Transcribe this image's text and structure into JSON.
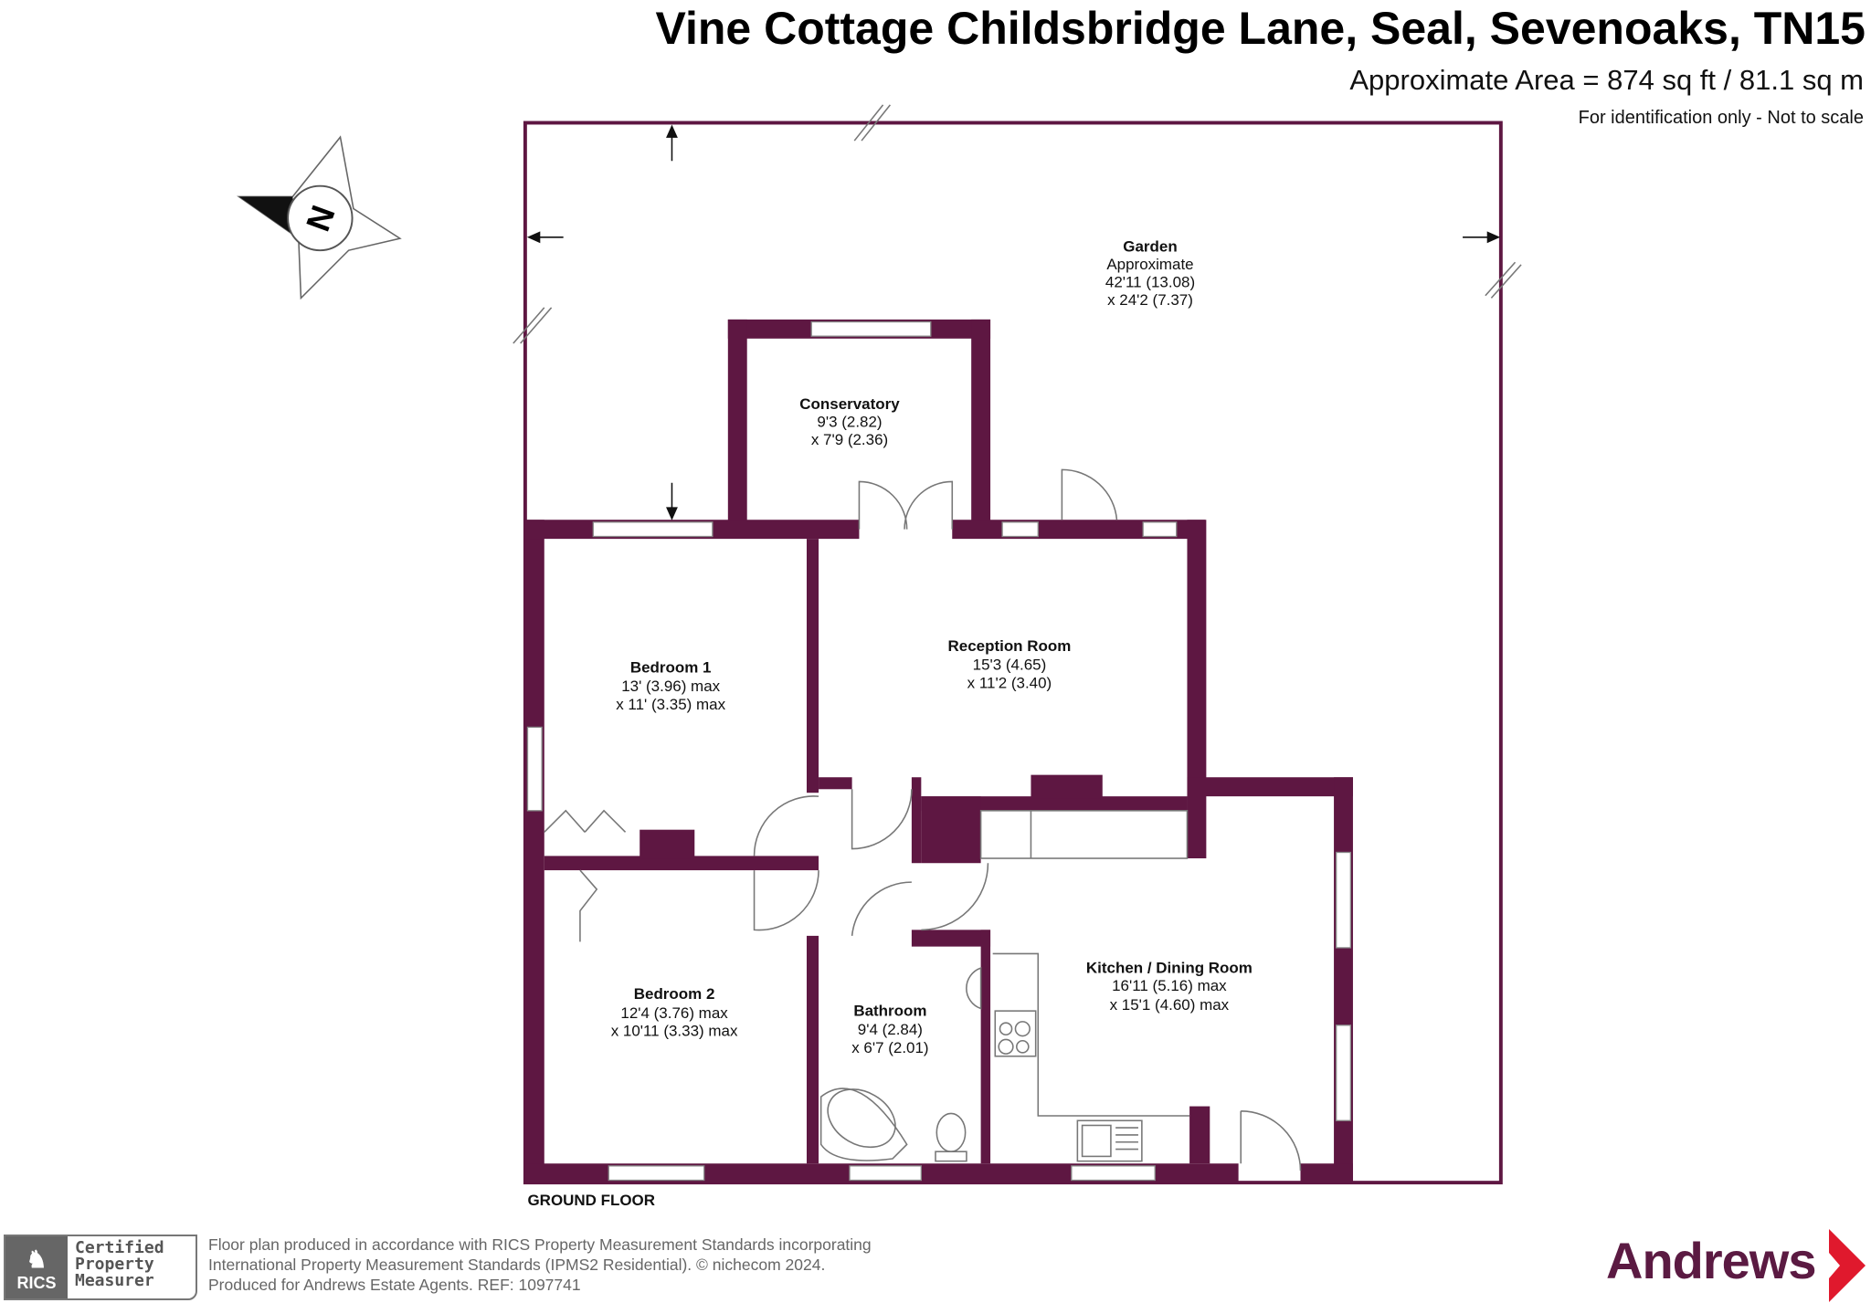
{
  "header": {
    "title": "Vine Cottage Childsbridge Lane, Seal, Sevenoaks, TN15",
    "area": "Approximate Area = 874 sq ft / 81.1 sq m",
    "note": "For identification only - Not to scale"
  },
  "compass": {
    "label": "N"
  },
  "floor_label": "GROUND FLOOR",
  "rooms": {
    "garden": {
      "name": "Garden",
      "line1": "Approximate",
      "line2": "42'11 (13.08)",
      "line3": "x 24'2 (7.37)"
    },
    "conservatory": {
      "name": "Conservatory",
      "line1": "9'3 (2.82)",
      "line2": "x 7'9 (2.36)"
    },
    "bedroom1": {
      "name": "Bedroom 1",
      "line1": "13' (3.96) max",
      "line2": "x 11' (3.35) max"
    },
    "reception": {
      "name": "Reception Room",
      "line1": "15'3 (4.65)",
      "line2": "x 11'2 (3.40)"
    },
    "bedroom2": {
      "name": "Bedroom 2",
      "line1": "12'4 (3.76) max",
      "line2": "x 10'11 (3.33) max"
    },
    "bathroom": {
      "name": "Bathroom",
      "line1": "9'4 (2.84)",
      "line2": "x 6'7 (2.01)"
    },
    "kitchen": {
      "name": "Kitchen / Dining Room",
      "line1": "16'11 (5.16) max",
      "line2": "x 15'1 (4.60) max"
    }
  },
  "footer": {
    "rics_badge": "RICS",
    "cert1": "Certified",
    "cert2": "Property",
    "cert3": "Measurer",
    "line1": "Floor plan produced in accordance with RICS Property Measurement Standards incorporating",
    "line2": "International Property Measurement Standards (IPMS2 Residential).   © nichecom 2024.",
    "line3": "Produced for Andrews Estate Agents.   REF:  1097741",
    "brand": "Andrews"
  },
  "colors": {
    "wall": "#5e1742",
    "brand": "#5b1a42",
    "brand_accent": "#e0192d"
  }
}
